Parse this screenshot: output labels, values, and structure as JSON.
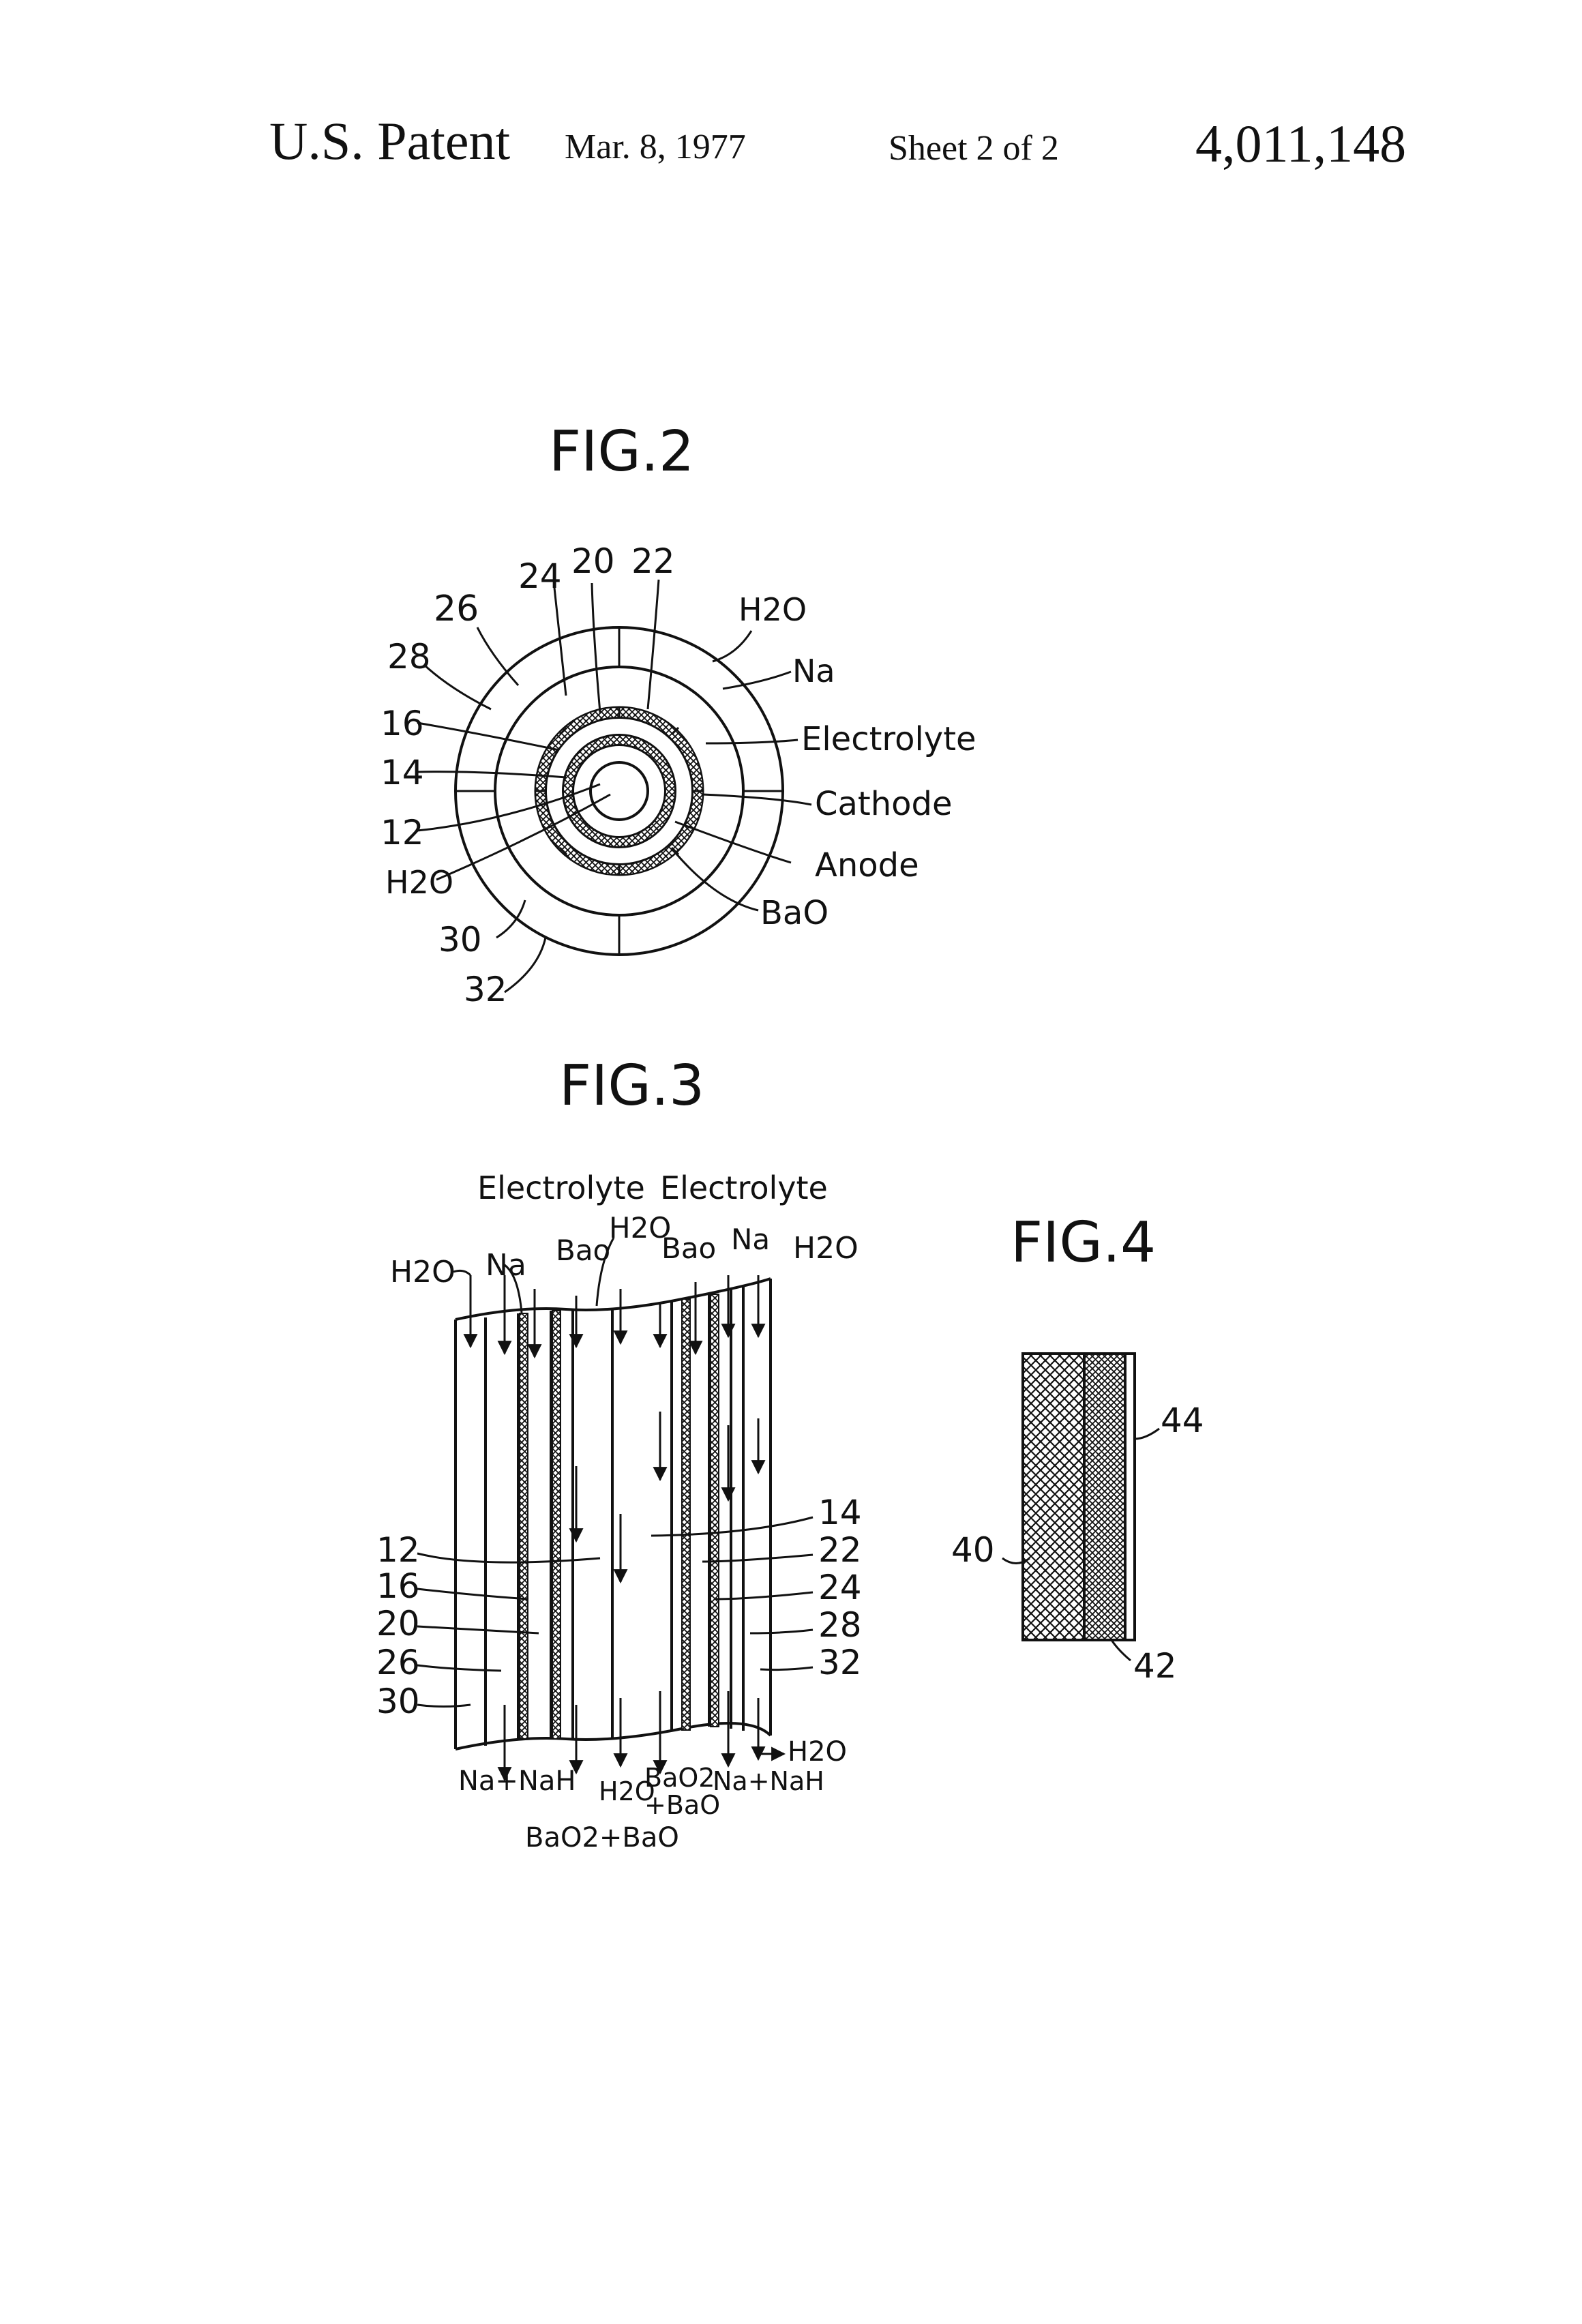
{
  "header": {
    "patent": "U.S. Patent",
    "date": "Mar. 8, 1977",
    "sheet": "Sheet 2 of 2",
    "number": "4,011,148"
  },
  "fig2": {
    "title": "FIG.2",
    "refs": [
      "26",
      "24",
      "20",
      "22",
      "28",
      "16",
      "14",
      "12",
      "30",
      "32"
    ],
    "h2o_left": "H2O",
    "h2o_top": "H2O",
    "labels": [
      "Na",
      "Electrolyte",
      "Cathode",
      "Anode",
      "BaO"
    ]
  },
  "fig3": {
    "title": "FIG.3",
    "top_labels": {
      "h2o_left": "H2O",
      "na_left": "Na",
      "bao_left": "Bao",
      "h2o_center": "H2O",
      "bao_right": "Bao",
      "na_right": "Na",
      "h2o_right": "H2O",
      "electrolyte_left": "Electrolyte",
      "electrolyte_right": "Electrolyte"
    },
    "left_refs": [
      "12",
      "16",
      "20",
      "26",
      "30"
    ],
    "right_refs": [
      "14",
      "22",
      "24",
      "28",
      "32"
    ],
    "bottom_labels": {
      "na_nah_left": "Na+NaH",
      "h2o": "H2O",
      "bao2_bao_right": "BaO2",
      "bao2_bao_right_2": "+BaO",
      "na_nah_right": "Na+NaH",
      "h2o_out": "H2O",
      "bao2_bao_left": "BaO2+BaO"
    }
  },
  "fig4": {
    "title": "FIG.4",
    "refs": [
      "44",
      "40",
      "42"
    ]
  }
}
